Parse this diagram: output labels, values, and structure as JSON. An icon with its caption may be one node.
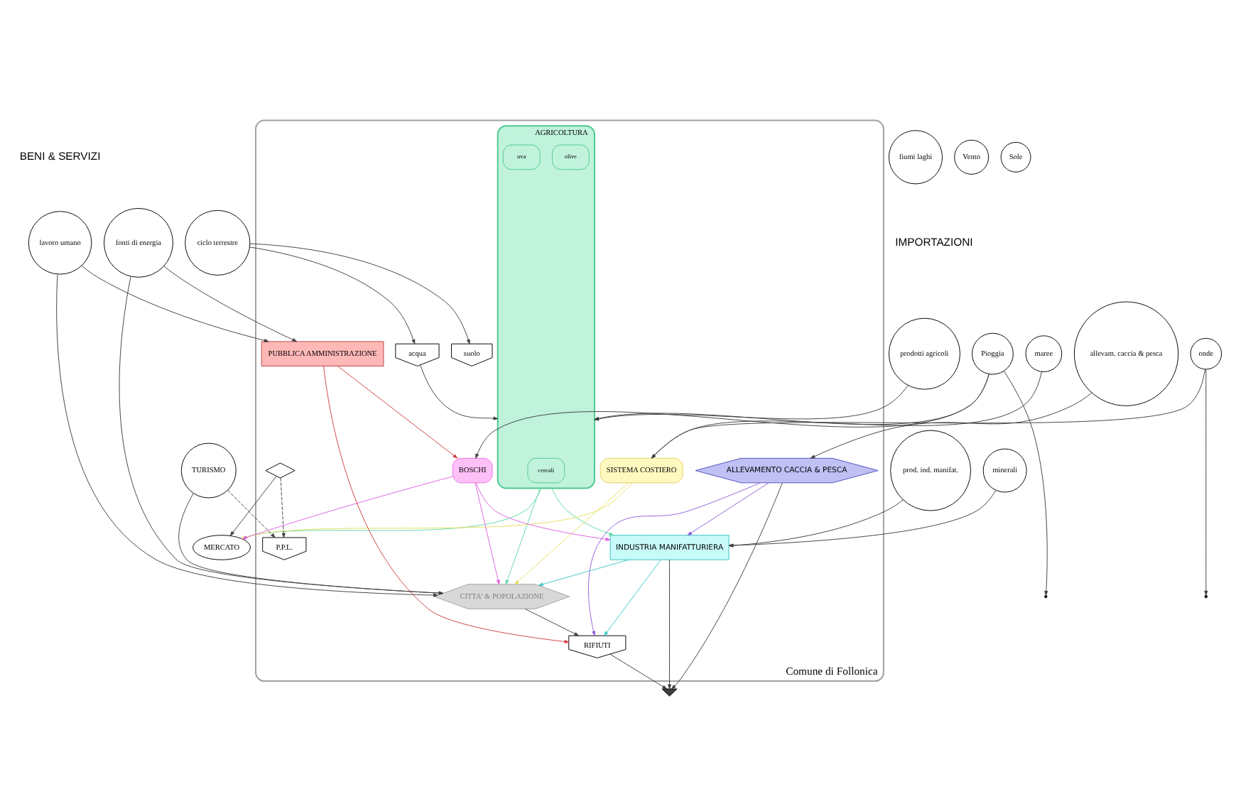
{
  "diagram": {
    "nodes": [
      {
        "text": [
          "Comune di Follonica"
        ]
      },
      {
        "text": [
          "prodotti agricoli"
        ]
      },
      {
        "text": [
          "allevam. caccia & pesca"
        ]
      },
      {
        "text": [
          "prod. ind. manifat."
        ]
      },
      {
        "text": [
          "minerali"
        ]
      },
      {
        "text": [
          "lavoro umano"
        ]
      },
      {
        "text": [
          "fonti di energia"
        ]
      },
      {
        "text": [
          "ciclo terrestre"
        ]
      },
      {
        "text": [
          "fiumi laghi"
        ]
      },
      {
        "text": [
          "maree"
        ]
      },
      {
        "text": [
          "onde"
        ]
      },
      {
        "text": [
          "Pioggia"
        ]
      },
      {
        "text": [
          "Vento"
        ]
      },
      {
        "text": [
          "Sole"
        ]
      },
      {
        "text": [
          "TURISMO"
        ]
      },
      {
        "text": [
          "MERCATO"
        ]
      },
      {
        "text": [
          "acqua"
        ],
        "in": 0
      },
      {
        "text": [
          "suolo"
        ],
        "in": 0
      },
      {
        "text": [
          "AGRICOLTURA"
        ],
        "in": 0
      },
      {
        "text": [
          "cereali"
        ],
        "in": 18
      },
      {
        "text": [
          "olive"
        ],
        "in": 18
      },
      {
        "text": [
          "uva"
        ],
        "in": 18
      },
      {
        "text": [
          "SISTEMA COSTIERO"
        ],
        "in": 0
      },
      {
        "text": [
          "BOSCHI"
        ],
        "in": 0
      },
      {
        "text": [
          "PUBBLICA AMMINISTRAZIONE"
        ],
        "in": 0
      },
      {
        "text": [
          "CITTA' & POPOLAZIONE"
        ],
        "in": 0
      },
      {
        "text": [
          "ALLEVAMENTO CACCIA & PESCA"
        ],
        "in": 0
      },
      {
        "text": [
          "INDUSTRIA MANIFATTURIERA"
        ],
        "in": 0
      },
      {
        "text": [
          "RIFIUTI"
        ],
        "in": 0
      },
      {
        "text": [
          "P.P.L."
        ],
        "in": 0
      },
      {
        "text": [],
        "shape": "diamond",
        "in": 0
      },
      {
        "text": [],
        "shape": "ground"
      }
    ],
    "edges": [
      {
        "from": 7,
        "to": 16,
        "arrow": "to"
      },
      {
        "from": 7,
        "to": 17,
        "arrow": "to"
      },
      {
        "from": 16,
        "to": 18,
        "arrow": "to"
      },
      {
        "from": 1,
        "to": 18,
        "arrow": "to"
      },
      {
        "from": 2,
        "to": 26,
        "arrow": "to"
      },
      {
        "from": 3,
        "to": 27,
        "arrow": "to"
      },
      {
        "from": 4,
        "to": 27,
        "arrow": "to"
      },
      {
        "from": 5,
        "to": 24,
        "arrow": "to"
      },
      {
        "from": 5,
        "to": 25,
        "arrow": "to"
      },
      {
        "from": 6,
        "to": 24,
        "arrow": "to"
      },
      {
        "from": 6,
        "to": 25,
        "arrow": "to"
      },
      {
        "from": 9,
        "to": 22,
        "arrow": "to"
      },
      {
        "from": 10,
        "to": 22,
        "arrow": "to"
      },
      {
        "from": 10,
        "to": null,
        "arrow": "to"
      },
      {
        "from": 11,
        "to": 23,
        "arrow": "to"
      },
      {
        "from": 11,
        "to": 18,
        "arrow": "to"
      },
      {
        "from": 11,
        "to": null,
        "arrow": "to"
      },
      {
        "from": 14,
        "to": 25,
        "arrow": "to"
      },
      {
        "from": 14,
        "to": 29,
        "arrow": "to",
        "style": "dashed"
      },
      {
        "from": 30,
        "to": 29,
        "arrow": "to",
        "style": "dashed"
      },
      {
        "from": 18,
        "to": 25,
        "arrow": "to",
        "color": "#5fd8a8"
      },
      {
        "from": 22,
        "to": 25,
        "arrow": "to",
        "color": "#e8e060"
      },
      {
        "from": 23,
        "to": 25,
        "arrow": "to",
        "color": "#e060e0"
      },
      {
        "from": 18,
        "to": 15,
        "arrow": "to",
        "color": "#5fd8a8"
      },
      {
        "from": 22,
        "to": 15,
        "arrow": "to",
        "color": "#e8e060"
      },
      {
        "from": 23,
        "to": 15,
        "arrow": "to",
        "color": "#e060e0"
      },
      {
        "from": 30,
        "to": 15,
        "arrow": "to"
      },
      {
        "from": 24,
        "to": 23,
        "arrow": "to",
        "color": "#d04040"
      },
      {
        "from": 24,
        "to": 28,
        "arrow": "to",
        "color": "#d04040"
      },
      {
        "from": 18,
        "to": 27,
        "arrow": "to",
        "color": "#5fd8a8"
      },
      {
        "from": 23,
        "to": 27,
        "arrow": "to",
        "color": "#e060e0"
      },
      {
        "from": 26,
        "to": 27,
        "arrow": "to",
        "color": "#9060e0"
      },
      {
        "from": 26,
        "to": 28,
        "arrow": "to",
        "color": "#9060e0"
      },
      {
        "from": 27,
        "to": 28,
        "arrow": "to",
        "color": "#40c8c8"
      },
      {
        "from": 27,
        "to": 25,
        "arrow": "to",
        "color": "#40c8c8"
      },
      {
        "from": 25,
        "to": 28,
        "arrow": "to"
      },
      {
        "from": 26,
        "to": 31,
        "arrow": "to"
      },
      {
        "from": 27,
        "to": 31,
        "arrow": "to"
      },
      {
        "from": 28,
        "to": 31,
        "arrow": "to"
      }
    ],
    "labels": [
      "IMPORTAZIONI",
      "BENI & SERVIZI"
    ]
  }
}
